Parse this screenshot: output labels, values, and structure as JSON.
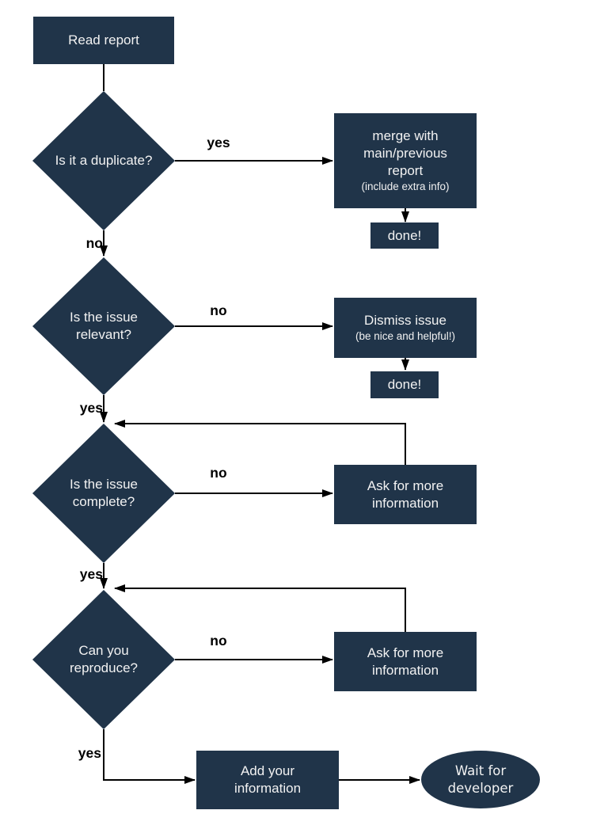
{
  "diagram": {
    "type": "flowchart",
    "subject": "bug report triage process",
    "colors": {
      "node_fill": "#203449",
      "node_text": "#f2f2f2",
      "edge_stroke": "#000000",
      "edge_label_text": "#000000",
      "background": "#ffffff"
    },
    "nodes": {
      "read_report": {
        "label": "Read report",
        "shape": "rectangle"
      },
      "is_duplicate": {
        "label": "Is it a duplicate?",
        "shape": "diamond"
      },
      "merge_report": {
        "label": "merge with main/previous report",
        "sublabel": "(include extra info)",
        "shape": "rectangle"
      },
      "done_merge": {
        "label": "done!",
        "shape": "rectangle"
      },
      "is_relevant": {
        "label": "Is the issue relevant?",
        "shape": "diamond"
      },
      "dismiss_issue": {
        "label": "Dismiss issue",
        "sublabel": "(be nice and helpful!)",
        "shape": "rectangle"
      },
      "done_dismiss": {
        "label": "done!",
        "shape": "rectangle"
      },
      "is_complete": {
        "label": "Is the issue complete?",
        "shape": "diamond"
      },
      "ask_more_info_1": {
        "label": "Ask for more information",
        "shape": "rectangle"
      },
      "can_reproduce": {
        "label": "Can you reproduce?",
        "shape": "diamond"
      },
      "ask_more_info_2": {
        "label": "Ask for more information",
        "shape": "rectangle"
      },
      "add_your_information": {
        "label": "Add your information",
        "shape": "rectangle"
      },
      "wait_for_developer": {
        "label": "Wait for developer",
        "shape": "ellipse"
      }
    },
    "edge_labels": {
      "duplicate_yes": "yes",
      "duplicate_no": "no",
      "relevant_no": "no",
      "relevant_yes": "yes",
      "complete_no": "no",
      "complete_yes": "yes",
      "reproduce_no": "no",
      "reproduce_yes": "yes"
    }
  }
}
